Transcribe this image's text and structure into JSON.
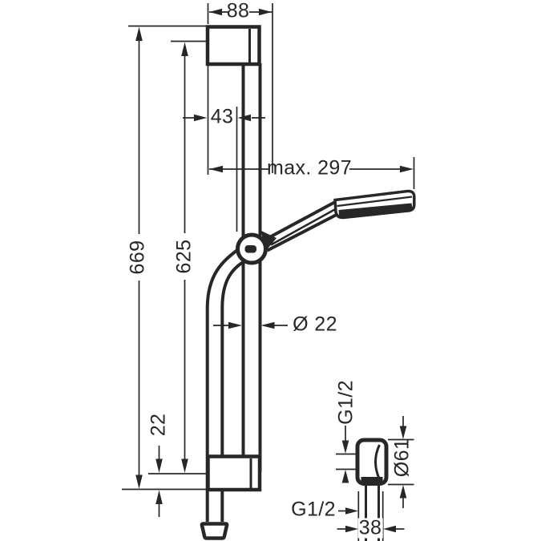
{
  "colors": {
    "line": "#272727",
    "background": "#ffffff"
  },
  "drawing": {
    "labels": {
      "bar_projection": "88",
      "wall_to_holder": "43",
      "max_reach": "max. 297",
      "bar_diameter": "Ø 22",
      "total_height": "669",
      "rail_length": "625",
      "bottom_offset": "22",
      "outlet_thread_top": "G1/2",
      "outlet_diameter": "Ø61",
      "outlet_thread_bottom": "G1/2",
      "outlet_width": "38"
    }
  }
}
